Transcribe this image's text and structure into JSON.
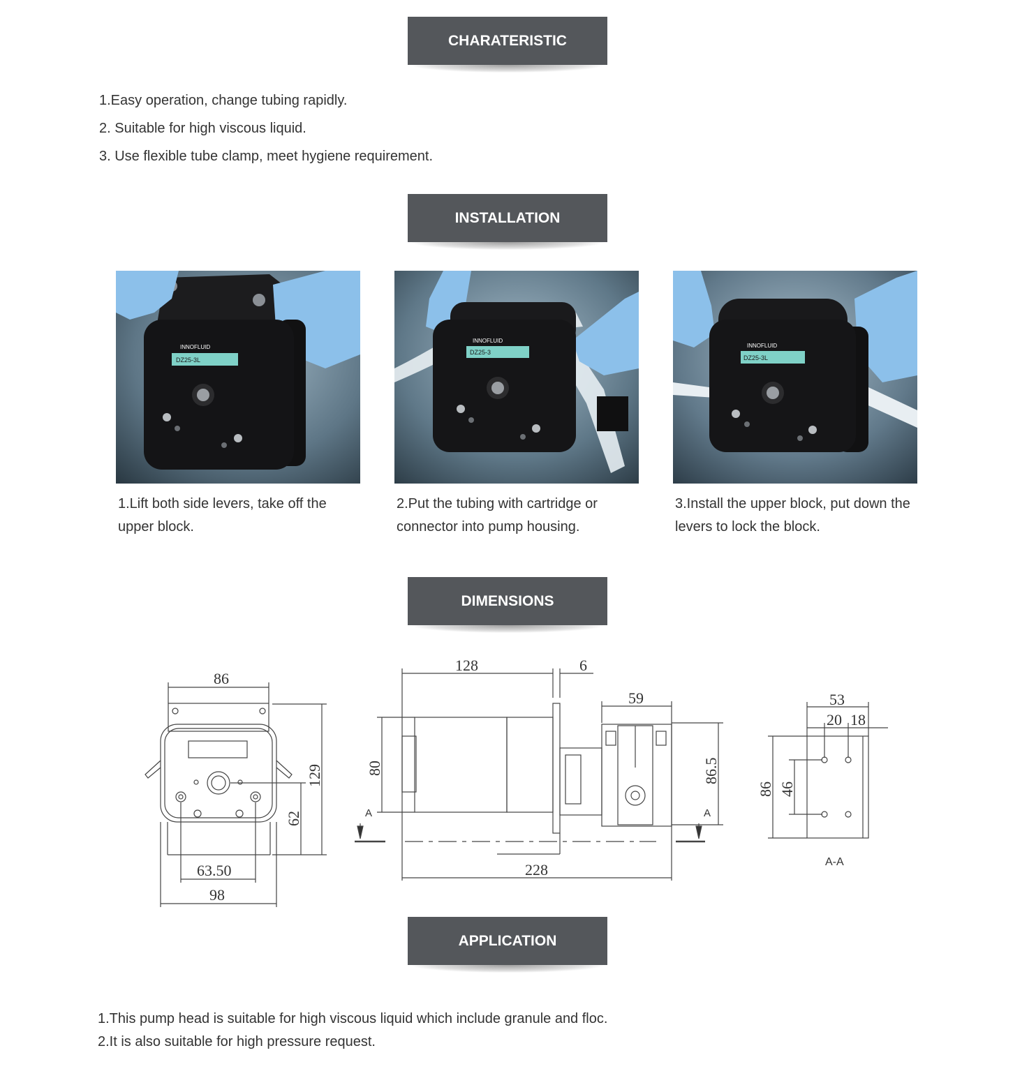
{
  "sections": {
    "charateristic": {
      "title": "CHARATERISTIC"
    },
    "installation": {
      "title": "INSTALLATION"
    },
    "dimensions": {
      "title": "DIMENSIONS"
    },
    "application": {
      "title": "APPLICATION"
    }
  },
  "characteristics": [
    "1.Easy operation, change tubing rapidly.",
    "2. Suitable for high viscous liquid.",
    "3. Use flexible tube clamp, meet hygiene requirement."
  ],
  "installation_steps": [
    {
      "caption": "1.Lift both side levers, take off the upper block."
    },
    {
      "caption": "2.Put the tubing with cartridge or connector into pump housing."
    },
    {
      "caption": "3.Install the upper block, put down the levers to lock the block."
    }
  ],
  "product_labels": {
    "brand": "INNOFLUID",
    "model_1": "DZ25-3L",
    "model_2": "DZ25-3",
    "model_3": "DZ25-3L"
  },
  "dimensions": {
    "front": {
      "width_top": "86",
      "height_total": "129",
      "center_height": "62",
      "hole_spacing": "63.50",
      "width_bottom": "98"
    },
    "side": {
      "motor_length": "128",
      "plate_thickness": "6",
      "head_width": "59",
      "motor_height": "80",
      "head_height": "86.5",
      "total_length": "228",
      "section_mark": "A"
    },
    "section": {
      "width": "53",
      "offset_1": "20",
      "offset_2": "18",
      "height": "86",
      "hole_spacing": "46",
      "label": "A-A"
    }
  },
  "applications": [
    "1.This pump head is suitable for high viscous liquid which include granule and floc.",
    "2.It is also suitable for high pressure request."
  ],
  "colors": {
    "banner_bg": "#54575b",
    "banner_text": "#ffffff",
    "body_text": "#333333",
    "glove": "#8cc0ea"
  }
}
